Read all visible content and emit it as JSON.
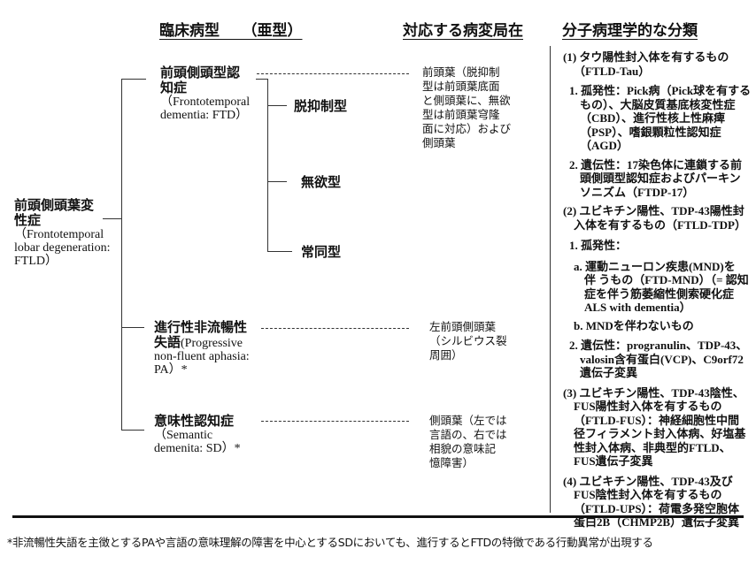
{
  "headers": {
    "clinical": "臨床病型　　（亜型）",
    "location": "対応する病変局在",
    "molecular": "分子病理学的な分類"
  },
  "root": {
    "ja": [
      "前頭側頭葉変",
      "性症"
    ],
    "en": [
      "（Frontotemporal",
      "lobar degeneration:",
      "FTLD）"
    ]
  },
  "ftd": {
    "ja": [
      "前頭側頭型認",
      "知症"
    ],
    "en": [
      "（Frontotemporal",
      "dementia: FTD）"
    ],
    "subtypes": [
      "脱抑制型",
      "無欲型",
      "常同型"
    ],
    "location": [
      "前頭葉（脱抑制",
      "型は前頭葉底面",
      "と側頭葉に、無欲",
      "型は前頭葉穹隆",
      "面に対応）および",
      "側頭葉"
    ]
  },
  "pa": {
    "lines": [
      "進行性非流暢性",
      "失語",
      "(Progressive",
      "non-fluent aphasia:",
      "PA）*"
    ],
    "location": [
      "左前頭側頭葉",
      "（シルビウス裂",
      "周囲）"
    ]
  },
  "sd": {
    "lines": [
      "意味性認知症",
      "（Semantic",
      "demenita: SD）*"
    ],
    "location": [
      "側頭葉（左では",
      "言語の、右では",
      "相貌の意味記",
      "憶障害）"
    ]
  },
  "molecular": [
    {
      "indent": 0,
      "lines": [
        "(1) タウ陽性封入体を有するもの",
        "（FTLD-Tau）"
      ]
    },
    {
      "indent": 1,
      "lines": [
        "1. 孤発性：Pick病（Pick球を有する",
        "もの）、大脳皮質基底核変性症",
        "（CBD）、進行性核上性麻痺",
        "（PSP）、嗜銀顆粒性認知症",
        "（AGD）"
      ]
    },
    {
      "indent": 1,
      "lines": [
        "2. 遺伝性：17染色体に連鎖する前",
        "頭側頭型認知症およびパーキン",
        "ソニズム（FTDP-17）"
      ]
    },
    {
      "indent": 0,
      "lines": [
        "(2) ユビキチン陽性、TDP-43陽性封",
        "入体を有するもの（FTLD-TDP）"
      ]
    },
    {
      "indent": 1,
      "lines": [
        "1. 孤発性："
      ]
    },
    {
      "indent": 2,
      "lines": [
        "a. 運動ニューロン疾患(MND)を",
        "伴 うもの（FTD-MND）（= 認知",
        "症を伴う筋萎縮性側索硬化症",
        "ALS with dementia）"
      ]
    },
    {
      "indent": 2,
      "lines": [
        "b. MNDを伴わないもの"
      ]
    },
    {
      "indent": 1,
      "lines": [
        "2. 遺伝性：progranulin、TDP-43、",
        "valosin含有蛋白(VCP)、C9orf72",
        "遺伝子変異"
      ]
    },
    {
      "indent": 0,
      "lines": [
        "(3) ユビキチン陽性、TDP-43陰性、",
        "FUS陽性封入体を有するもの",
        "（FTLD-FUS）：神経細胞性中間",
        "径フィラメント封入体病、好塩基",
        "性封入体病、非典型的FTLD、",
        "FUS遺伝子変異"
      ]
    },
    {
      "indent": 0,
      "lines": [
        "(4) ユビキチン陽性、TDP-43及び",
        "FUS陰性封入体を有するもの",
        "（FTLD-UPS）：荷電多発空胞体",
        "蛋白2B（CHMP2B）遺伝子変異"
      ]
    }
  ],
  "footnote": "*非流暢性失語を主徴とするPAや言語の意味理解の障害を中心とするSDにおいても、進行するとFTDの特徴である行動異常が出現する"
}
